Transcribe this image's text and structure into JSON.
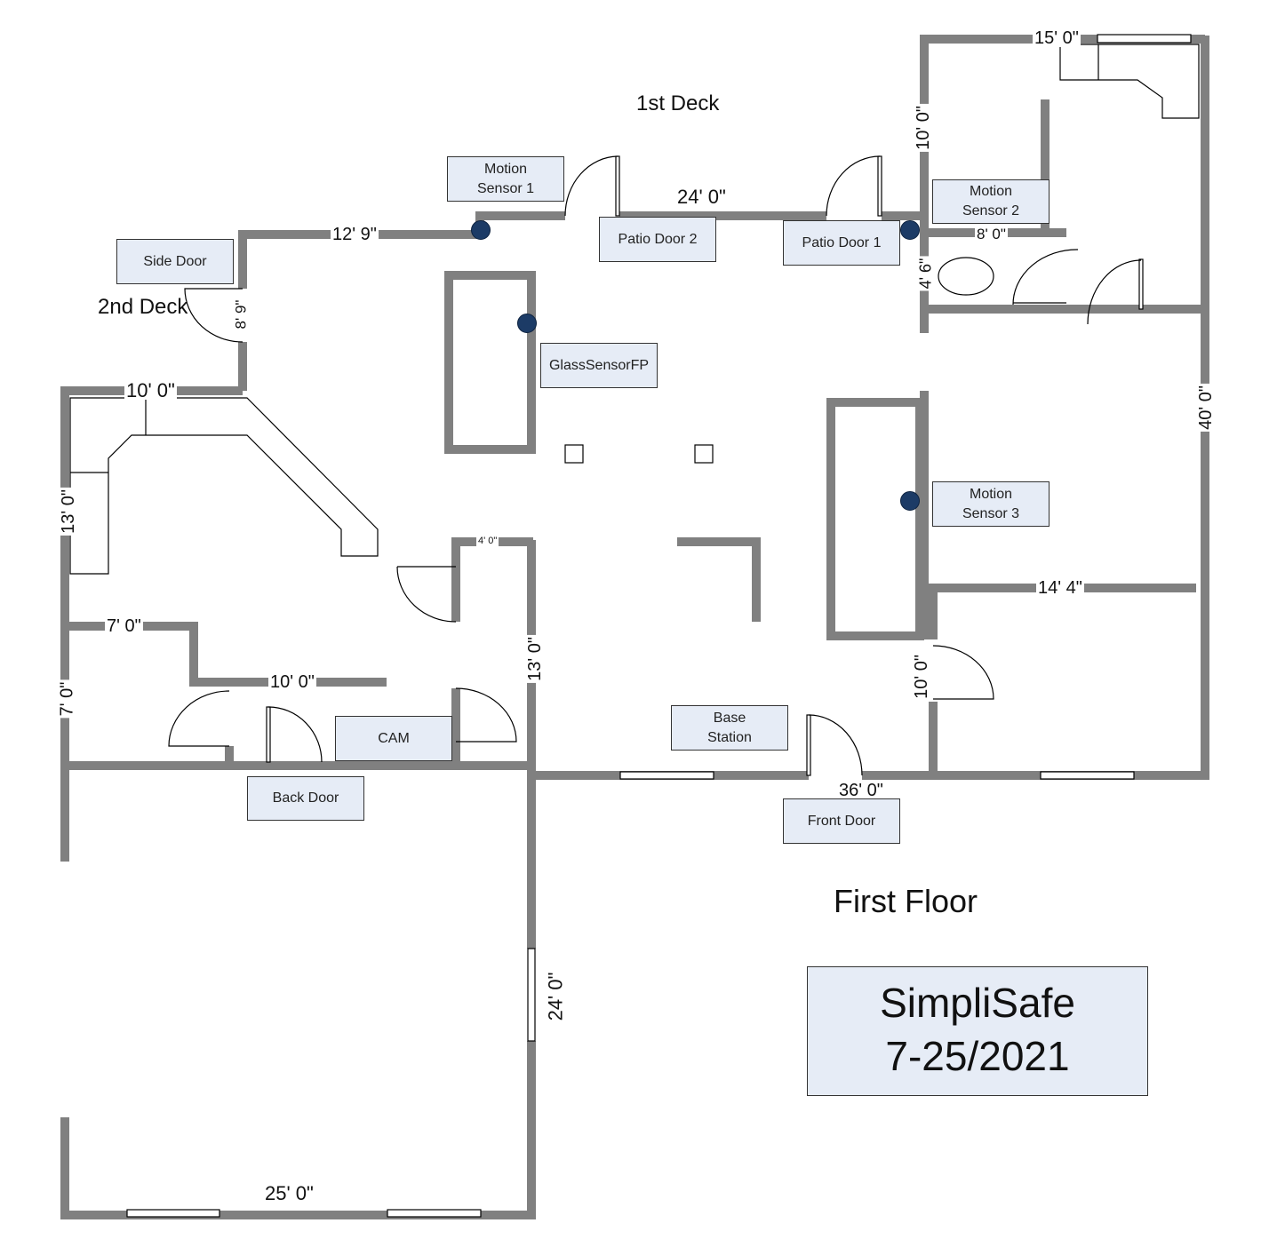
{
  "areas": {
    "first_deck": "1st Deck",
    "second_deck": "2nd Deck",
    "floor": "First Floor"
  },
  "sensors": {
    "motion1": "Motion Sensor 1",
    "motion2": "Motion Sensor 2",
    "motion3": "Motion Sensor 3",
    "patio2": "Patio Door 2",
    "patio1": "Patio Door 1",
    "side": "Side Door",
    "glass": "GlassSensorFP",
    "cam": "CAM",
    "base": "Base Station",
    "back": "Back Door",
    "front": "Front Door"
  },
  "dimensions": {
    "d1": "12' 9\"",
    "d2": "24' 0\"",
    "d3": "15' 0\"",
    "d4": "10' 0\"",
    "d5": "8' 0\"",
    "d6": "4' 6\"",
    "d7": "8' 9\"",
    "d8": "10' 0\"",
    "d9": "13' 0\"",
    "d10": "7' 0\"",
    "d11": "10' 0\"",
    "d12": "7' 0\"",
    "d13": "4' 0\"",
    "d14": "13' 0\"",
    "d15": "40' 0\"",
    "d16": "14' 4\"",
    "d17": "10' 0\"",
    "d18": "36' 0\"",
    "d19": "24' 0\"",
    "d20": "25' 0\""
  },
  "brand": {
    "name": "SimpliSafe",
    "date": "7-25/2021"
  },
  "colors": {
    "wall": "#808080",
    "label_fill": "#e6ecf6",
    "sensor_dot": "#1c3b66"
  }
}
